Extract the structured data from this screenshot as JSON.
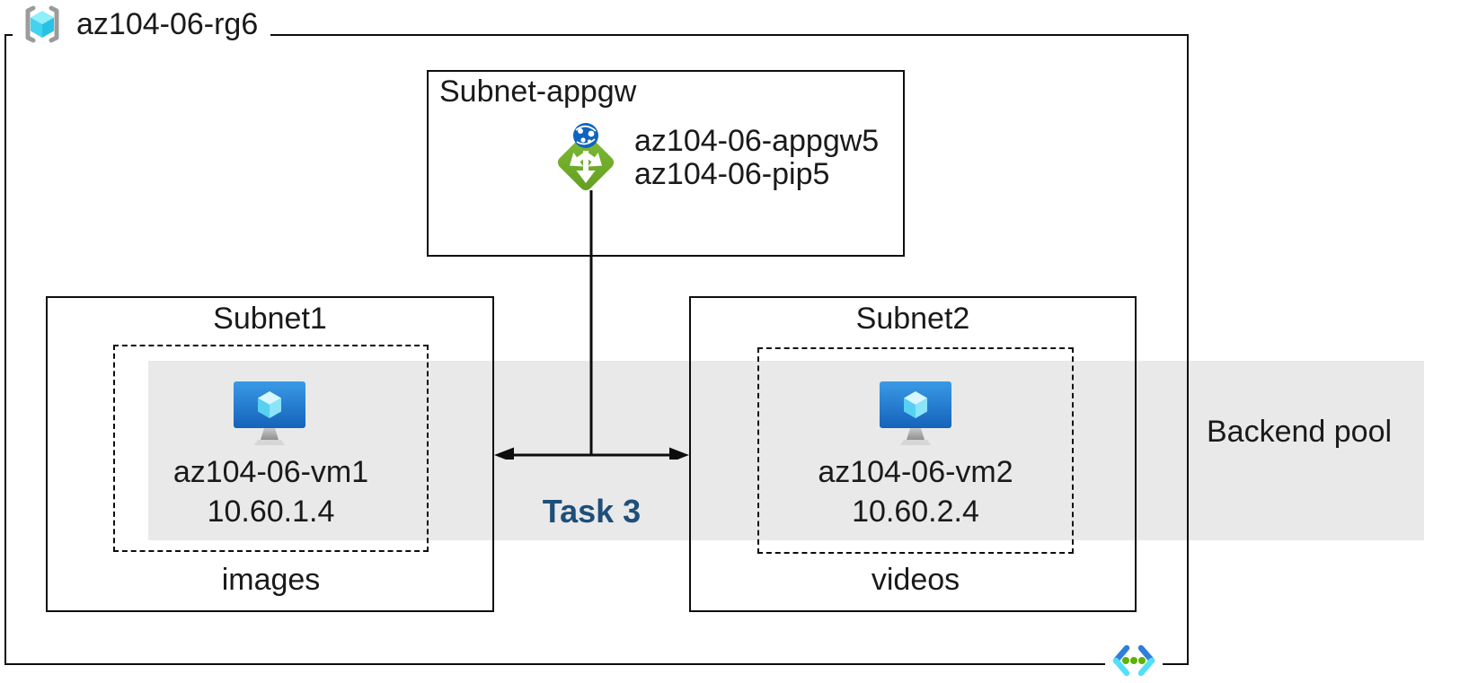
{
  "resource_group": {
    "name": "az104-06-rg6"
  },
  "appgw_subnet": {
    "title": "Subnet-appgw",
    "gateway_name": "az104-06-appgw5",
    "public_ip_name": "az104-06-pip5"
  },
  "subnet1": {
    "title": "Subnet1",
    "vm_name": "az104-06-vm1",
    "vm_ip": "10.60.1.4",
    "caption": "images"
  },
  "subnet2": {
    "title": "Subnet2",
    "vm_name": "az104-06-vm2",
    "vm_ip": "10.60.2.4",
    "caption": "videos"
  },
  "annotations": {
    "backend_pool": "Backend pool",
    "task": "Task 3"
  },
  "icons": {
    "resource_group": "resource-group-icon",
    "application_gateway": "application-gateway-icon",
    "virtual_machine": "virtual-machine-icon",
    "virtual_network": "virtual-network-icon"
  },
  "colors": {
    "backend_band": "#E9E9E9",
    "task_text": "#1F4E79",
    "border_black": "#0d0d0d",
    "appgw_green": "#74B12C",
    "vm_screen_blue": "#1E6FC8",
    "cube_cyan": "#50E6FF",
    "vnet_chevron_blue": "#2E7FD9",
    "vnet_chevron_cyan": "#54DFF8",
    "vnet_dot_green": "#5CB200",
    "bracket_gray": "#9B9B9B"
  }
}
